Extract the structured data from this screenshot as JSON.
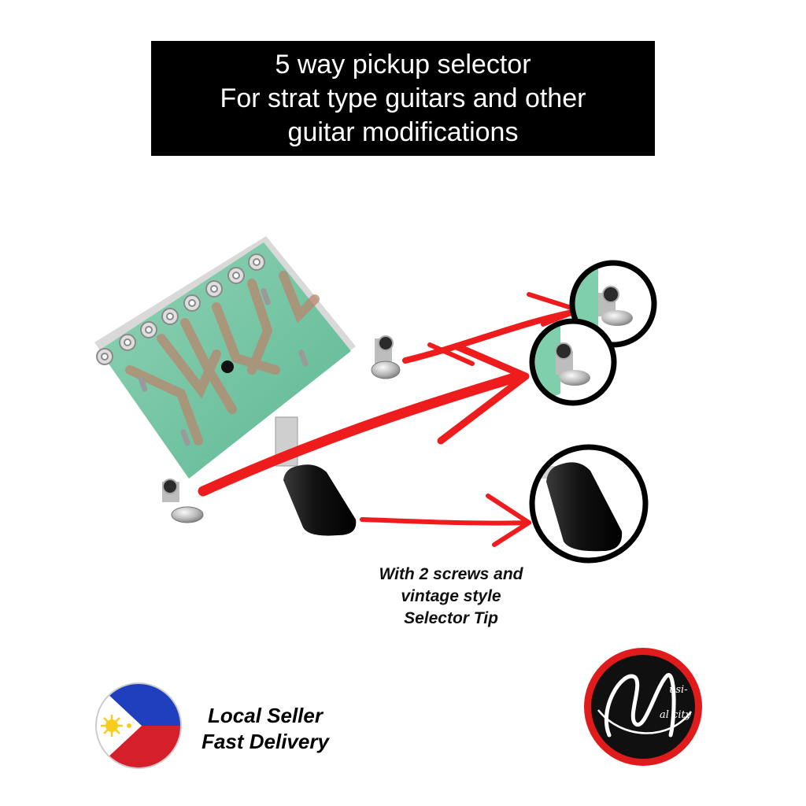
{
  "title": {
    "lines": [
      "5 way pickup selector",
      "For strat type guitars and other",
      "guitar modifications"
    ]
  },
  "caption": {
    "lines": [
      "With 2 screws and",
      "vintage style",
      "Selector Tip"
    ]
  },
  "seller": {
    "lines": [
      "Local Seller",
      "Fast Delivery"
    ]
  },
  "logo": {
    "text": "Musical city",
    "monogram": "M"
  },
  "icons": {
    "flag": "philippines-flag-icon",
    "logo": "musical-city-logo-icon"
  },
  "colors": {
    "title_bg": "#000000",
    "title_text": "#ffffff",
    "arrow": "#ee1c1c",
    "pcb": "#6fc3a1",
    "trace": "#b9876e",
    "flag_blue": "#1f3fbf",
    "flag_red": "#d51f2b",
    "flag_sun": "#f6cd1e",
    "logo_ring": "#e01b1b"
  }
}
